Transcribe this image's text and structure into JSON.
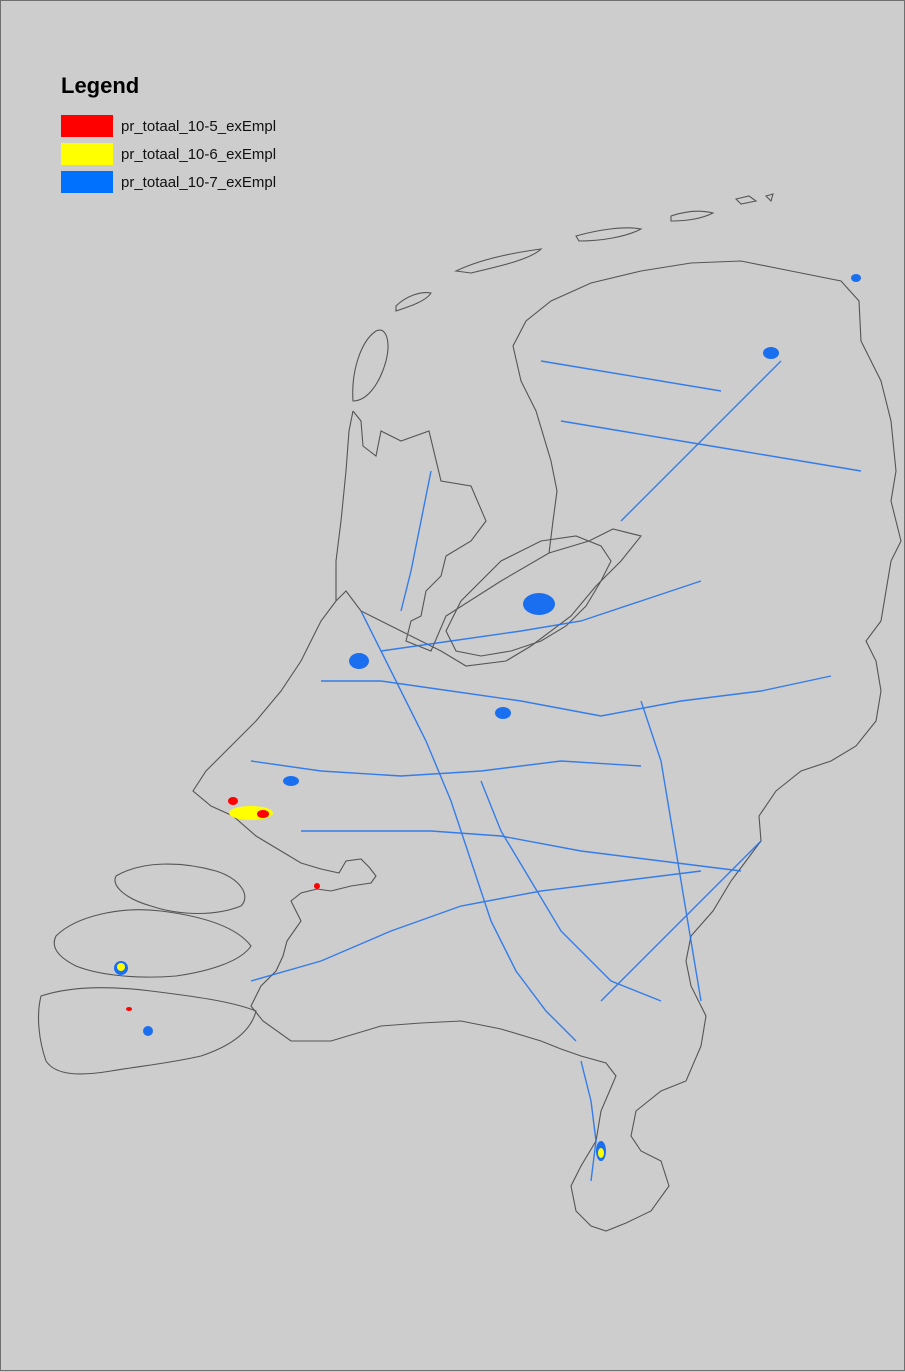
{
  "legend": {
    "title": "Legend",
    "items": [
      {
        "label": "pr_totaal_10-5_exEmpl",
        "color": "#ff0000"
      },
      {
        "label": "pr_totaal_10-6_exEmpl",
        "color": "#ffff00"
      },
      {
        "label": "pr_totaal_10-7_exEmpl",
        "color": "#0070ff"
      }
    ]
  },
  "map": {
    "background_color": "#cdcdcd",
    "outline_color": "#555555",
    "risk_colors": {
      "level_10_5": "#ff0000",
      "level_10_6": "#ffff00",
      "level_10_7": "#0070ff"
    }
  }
}
